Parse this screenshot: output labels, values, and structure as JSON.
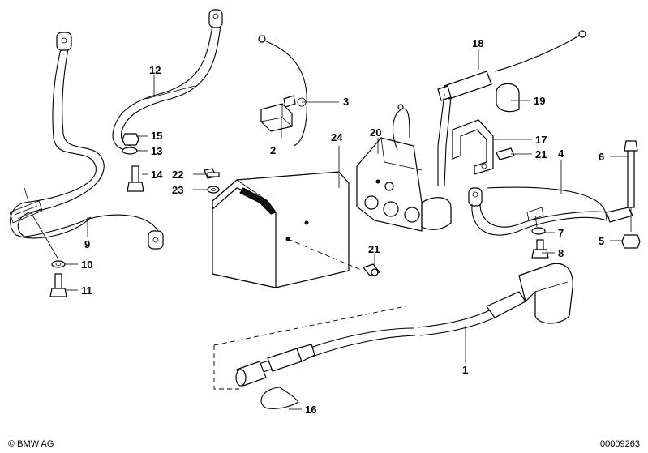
{
  "title": "Ignition system parts diagram",
  "parts": [
    {
      "number": "1"
    },
    {
      "number": "2"
    },
    {
      "number": "3"
    },
    {
      "number": "4"
    },
    {
      "number": "5"
    },
    {
      "number": "6"
    },
    {
      "number": "7"
    },
    {
      "number": "8"
    },
    {
      "number": "9"
    },
    {
      "number": "10"
    },
    {
      "number": "11"
    },
    {
      "number": "12"
    },
    {
      "number": "13"
    },
    {
      "number": "14"
    },
    {
      "number": "15"
    },
    {
      "number": "16"
    },
    {
      "number": "17"
    },
    {
      "number": "18"
    },
    {
      "number": "19"
    },
    {
      "number": "20"
    },
    {
      "number": "21"
    },
    {
      "number": "21"
    },
    {
      "number": "22"
    },
    {
      "number": "23"
    },
    {
      "number": "24"
    }
  ],
  "footer": {
    "copyright": "© BMW AG",
    "drawing_number": "00009263"
  }
}
